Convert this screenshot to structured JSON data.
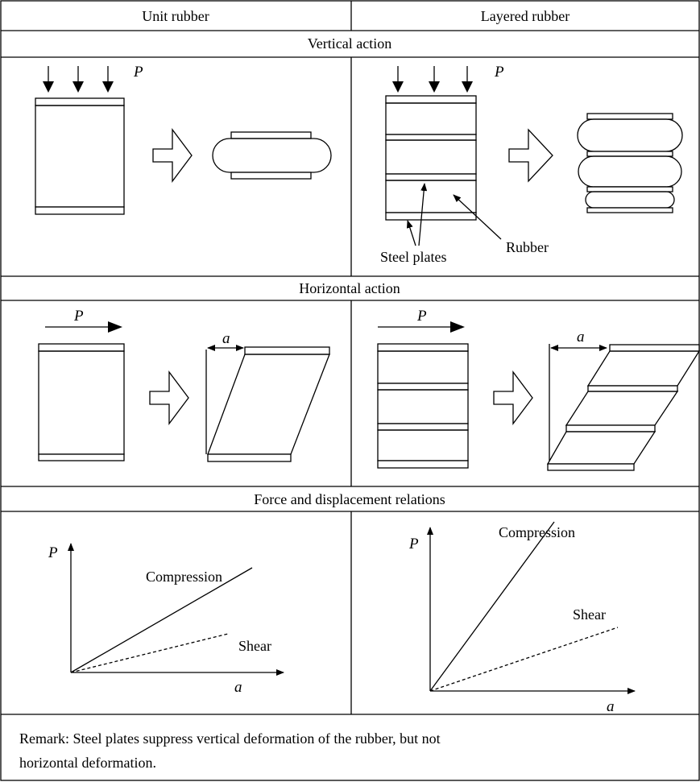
{
  "headers": {
    "left": "Unit rubber",
    "right": "Layered rubber"
  },
  "sections": {
    "vertical": "Vertical action",
    "horizontal": "Horizontal action",
    "relations": "Force and displacement relations"
  },
  "labels": {
    "load": "P",
    "displacement": "a",
    "steel_plates": "Steel plates",
    "rubber": "Rubber",
    "compression": "Compression",
    "shear": "Shear"
  },
  "remark": {
    "line1": "Remark: Steel plates suppress vertical deformation of the rubber, but not",
    "line2": "horizontal deformation."
  }
}
